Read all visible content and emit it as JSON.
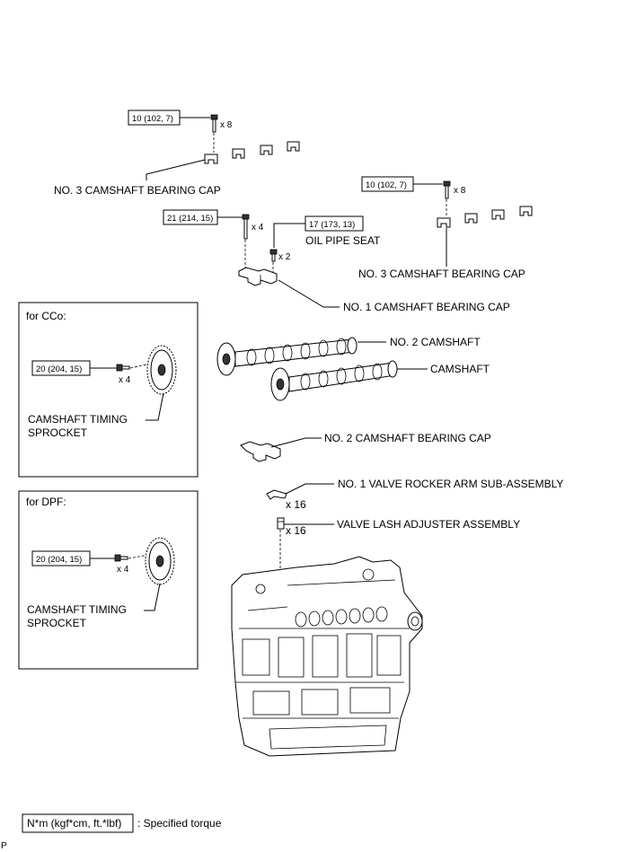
{
  "torques": {
    "cap3_left": "10 (102, 7)",
    "cap3_right": "10 (102, 7)",
    "no1_cap_bolt": "21 (214, 15)",
    "oil_pipe_seat": "17 (173, 13)",
    "cco_sprocket": "20 (204, 15)",
    "dpf_sprocket": "20 (204, 15)"
  },
  "quantities": {
    "cap3_left": "x 8",
    "cap3_right": "x 8",
    "no1_cap_bolt": "x 4",
    "oil_pipe_seat": "x 2",
    "cco_sprocket": "x 4",
    "dpf_sprocket": "x 4",
    "rocker_arm": "x 16",
    "lash_adjuster": "x 16"
  },
  "labels": {
    "no3_cap_left": "NO. 3 CAMSHAFT BEARING CAP",
    "no3_cap_right": "NO. 3 CAMSHAFT BEARING CAP",
    "oil_pipe_seat": "OIL PIPE SEAT",
    "no1_cap": "NO. 1 CAMSHAFT BEARING CAP",
    "no2_camshaft": "NO. 2 CAMSHAFT",
    "camshaft": "CAMSHAFT",
    "no2_cap": "NO. 2 CAMSHAFT BEARING CAP",
    "rocker_arm": "NO. 1 VALVE ROCKER ARM SUB-ASSEMBLY",
    "lash_adjuster": "VALVE LASH ADJUSTER ASSEMBLY"
  },
  "insets": {
    "cco": {
      "title": "for CCo:",
      "part_line1": "CAMSHAFT TIMING",
      "part_line2": "SPROCKET"
    },
    "dpf": {
      "title": "for DPF:",
      "part_line1": "CAMSHAFT TIMING",
      "part_line2": "SPROCKET"
    }
  },
  "legend": {
    "unit": "N*m (kgf*cm, ft.*lbf)",
    "meaning": ": Specified torque"
  },
  "footer_mark": "P"
}
